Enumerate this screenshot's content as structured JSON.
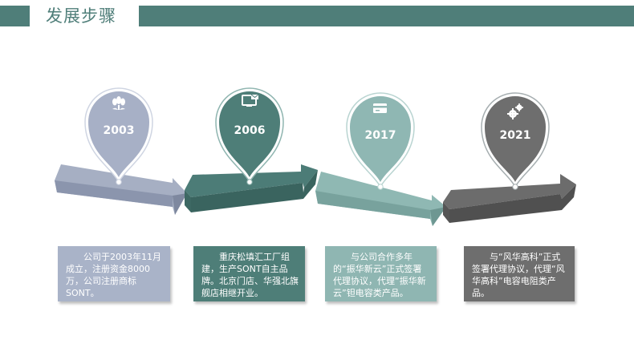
{
  "page_title": "发展步骤",
  "milestones": [
    {
      "year": "2003",
      "icon": "flower-icon",
      "text": "公司于2003年11月成立，注册资金8000万，公司注册商标SONT。",
      "color": "#a9b3c8"
    },
    {
      "year": "2006",
      "icon": "monitor-icon",
      "text": "重庆松填汇工厂组建，生产SONT自主品牌。北京门店、华强北旗舰店相继开业。",
      "color": "#4e7e78"
    },
    {
      "year": "2017",
      "icon": "card-icon",
      "text": "与公司合作多年的“振华新云”正式签署代理协议，代理“振华新云”钽电容类产品。",
      "color": "#8fb6b2"
    },
    {
      "year": "2021",
      "icon": "gears-icon",
      "text": "与“风华高科”正式签署代理协议，代理“风华高科”电容电阻类产品。",
      "color": "#6e6e6e"
    }
  ]
}
